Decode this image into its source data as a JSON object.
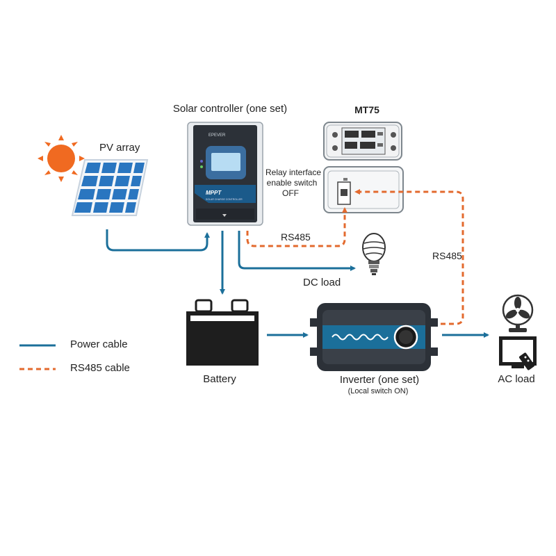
{
  "labels": {
    "pv_array": "PV array",
    "solar_controller": "Solar controller (one set)",
    "mt75": "MT75",
    "relay_line1": "Relay interface",
    "relay_line2": "enable switch",
    "relay_line3": "OFF",
    "rs485_left": "RS485",
    "rs485_right": "RS485",
    "dc_load": "DC load",
    "battery": "Battery",
    "inverter": "Inverter (one set)",
    "inverter_sub": "(Local switch ON)",
    "ac_load": "AC load"
  },
  "legend": {
    "power": "Power cable",
    "rs485": "RS485 cable"
  },
  "device_text": {
    "mppt": "MPPT",
    "mppt_sub": "SOLAR CHARGE CONTROLLER",
    "brand": "EPEVER"
  },
  "colors": {
    "power_cable": "#1b6f9a",
    "rs485_cable": "#e36a2e",
    "sun": "#f06a21",
    "panel_cell": "#2a76c0",
    "device_body": "#2c3138",
    "screen": "#b7dcf3"
  }
}
